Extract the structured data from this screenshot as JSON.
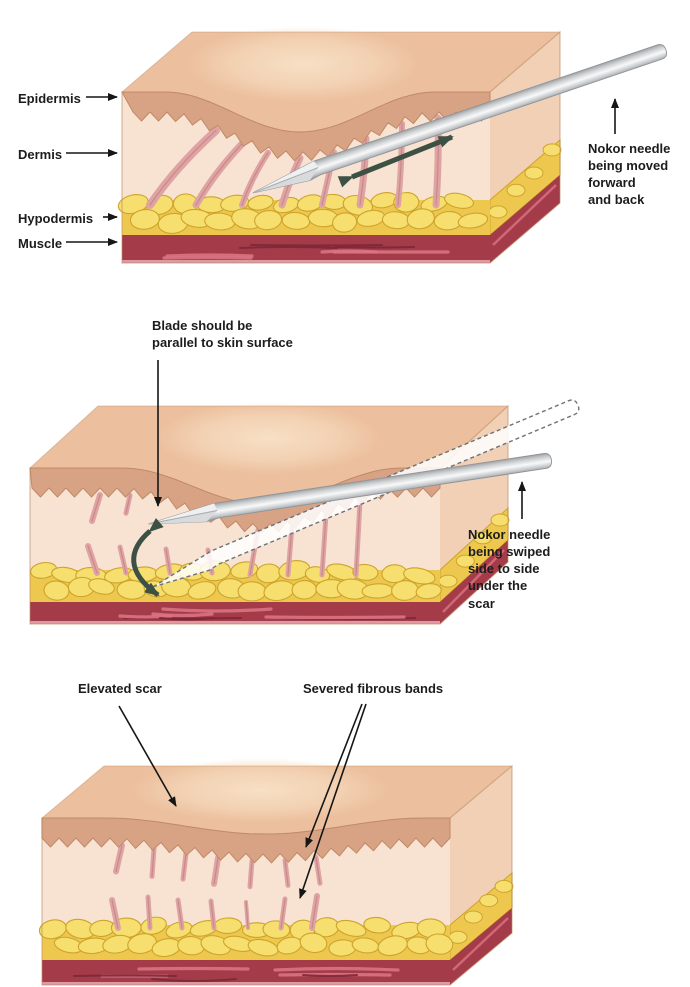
{
  "panel1": {
    "layer_labels": [
      "Epidermis",
      "Dermis",
      "Hypodermis",
      "Muscle"
    ],
    "caption": "Nokor needle\nbeing moved\nforward\nand back"
  },
  "panel2": {
    "note": "Blade should be\nparallel to skin surface",
    "caption": "Nokor needle\nbeing swiped\nside to side\nunder the\nscar"
  },
  "panel3": {
    "scar_label": "Elevated scar",
    "bands_label": "Severed fibrous bands"
  },
  "palette": {
    "background": "#ffffff",
    "skin_top": "#ecc09e",
    "scar_highlight": "#f8e2c8",
    "epidermis": "#d8a284",
    "epidermis_outline": "#c08a66",
    "dermis": "#f8e3d2",
    "dermis_side": "#f1d0b6",
    "fiber": "#dfa3a3",
    "fiber_dark": "#bd8181",
    "fat_base": "#eec84e",
    "fat_blob": "#f6df6e",
    "fat_outline": "#cda32c",
    "muscle": "#a43b49",
    "muscle_streak": "#d97483",
    "muscle_dark": "#7c2836",
    "muscle_under": "#dd9aa4",
    "needle_outline": "#8f9499",
    "ghost_outline": "#6d7277",
    "motion_arrow": "#3d5044",
    "label_arrow": "#161616",
    "text": "#1c1c1c"
  }
}
